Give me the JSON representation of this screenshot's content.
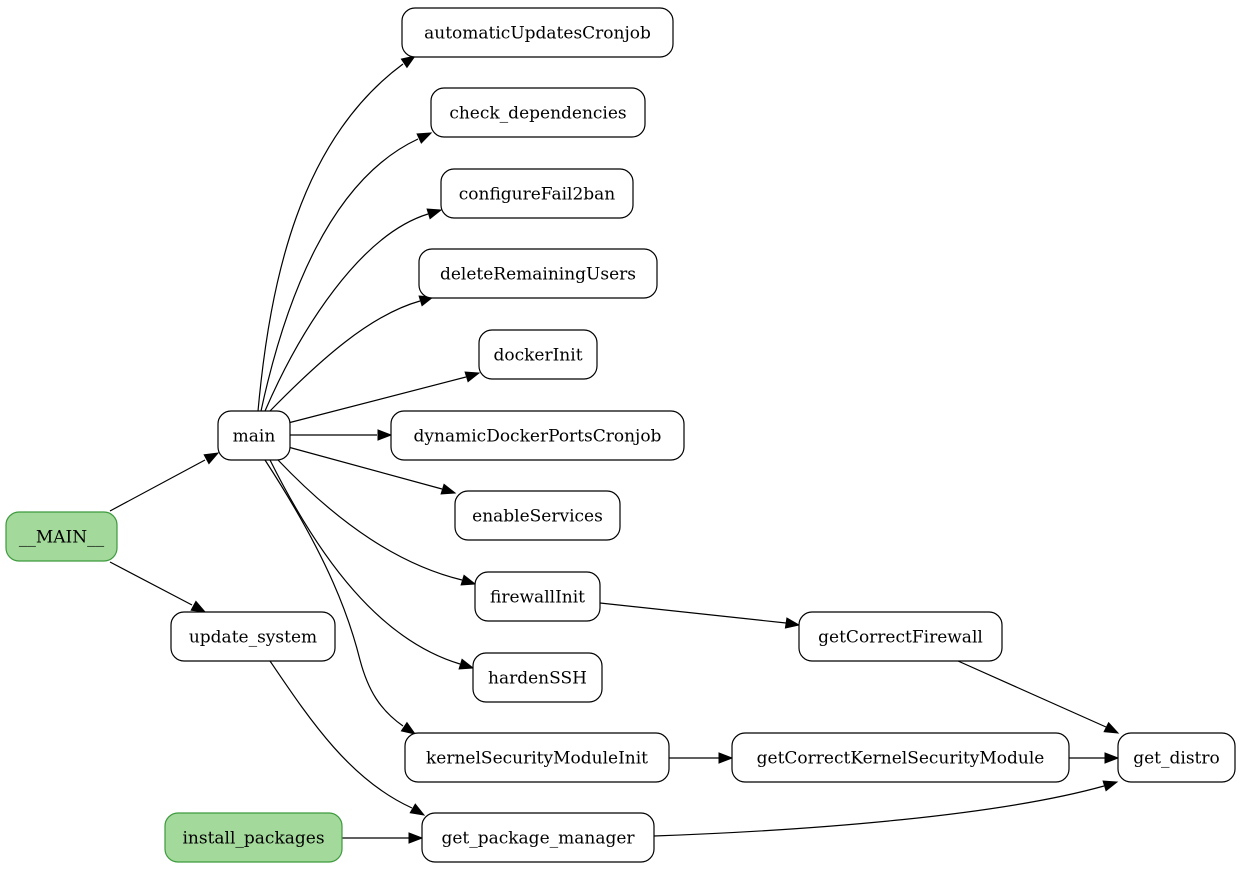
{
  "colors": {
    "node_fill": "#ffffff",
    "node_stroke": "#000000",
    "entry_fill": "#a3d99b",
    "entry_stroke": "#3d9a3d",
    "edge": "#000000"
  },
  "nodes": [
    {
      "id": "automaticUpdatesCronjob",
      "label": "automaticUpdatesCronjob",
      "entry": false
    },
    {
      "id": "check_dependencies",
      "label": "check_dependencies",
      "entry": false
    },
    {
      "id": "configureFail2ban",
      "label": "configureFail2ban",
      "entry": false
    },
    {
      "id": "deleteRemainingUsers",
      "label": "deleteRemainingUsers",
      "entry": false
    },
    {
      "id": "dockerInit",
      "label": "dockerInit",
      "entry": false
    },
    {
      "id": "main",
      "label": "main",
      "entry": false
    },
    {
      "id": "dynamicDockerPortsCronjob",
      "label": "dynamicDockerPortsCronjob",
      "entry": false
    },
    {
      "id": "enableServices",
      "label": "enableServices",
      "entry": false
    },
    {
      "id": "__MAIN__",
      "label": "__MAIN__",
      "entry": true
    },
    {
      "id": "firewallInit",
      "label": "firewallInit",
      "entry": false
    },
    {
      "id": "update_system",
      "label": "update_system",
      "entry": false
    },
    {
      "id": "getCorrectFirewall",
      "label": "getCorrectFirewall",
      "entry": false
    },
    {
      "id": "hardenSSH",
      "label": "hardenSSH",
      "entry": false
    },
    {
      "id": "kernelSecurityModuleInit",
      "label": "kernelSecurityModuleInit",
      "entry": false
    },
    {
      "id": "getCorrectKernelSecurityModule",
      "label": "getCorrectKernelSecurityModule",
      "entry": false
    },
    {
      "id": "get_distro",
      "label": "get_distro",
      "entry": false
    },
    {
      "id": "install_packages",
      "label": "install_packages",
      "entry": true
    },
    {
      "id": "get_package_manager",
      "label": "get_package_manager",
      "entry": false
    }
  ],
  "edges": [
    {
      "from": "__MAIN__",
      "to": "main"
    },
    {
      "from": "__MAIN__",
      "to": "update_system"
    },
    {
      "from": "main",
      "to": "automaticUpdatesCronjob"
    },
    {
      "from": "main",
      "to": "check_dependencies"
    },
    {
      "from": "main",
      "to": "configureFail2ban"
    },
    {
      "from": "main",
      "to": "deleteRemainingUsers"
    },
    {
      "from": "main",
      "to": "dockerInit"
    },
    {
      "from": "main",
      "to": "dynamicDockerPortsCronjob"
    },
    {
      "from": "main",
      "to": "enableServices"
    },
    {
      "from": "main",
      "to": "firewallInit"
    },
    {
      "from": "main",
      "to": "hardenSSH"
    },
    {
      "from": "main",
      "to": "kernelSecurityModuleInit"
    },
    {
      "from": "firewallInit",
      "to": "getCorrectFirewall"
    },
    {
      "from": "getCorrectFirewall",
      "to": "get_distro"
    },
    {
      "from": "kernelSecurityModuleInit",
      "to": "getCorrectKernelSecurityModule"
    },
    {
      "from": "getCorrectKernelSecurityModule",
      "to": "get_distro"
    },
    {
      "from": "update_system",
      "to": "get_package_manager"
    },
    {
      "from": "install_packages",
      "to": "get_package_manager"
    },
    {
      "from": "get_package_manager",
      "to": "get_distro"
    }
  ]
}
